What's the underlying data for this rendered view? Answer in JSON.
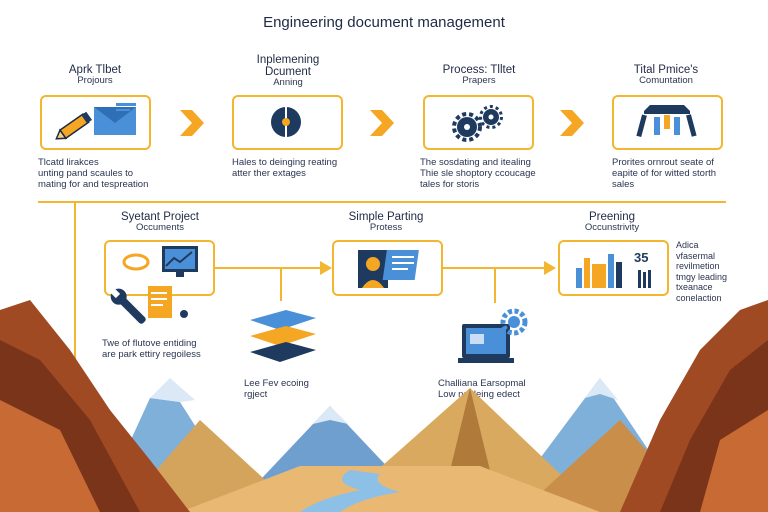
{
  "title": "Engineering document management",
  "top_row": [
    {
      "title": "Aprk Tlbet",
      "subtitle": "Projours",
      "desc_lines": [
        "Tlcatd lirakces",
        "unting pand scaules to",
        "mating for and tespreation"
      ]
    },
    {
      "title": "Inplemening",
      "title2": "Dcument",
      "subtitle": "Anning",
      "desc_lines": [
        "Hales to deinging reating",
        "atter ther extages"
      ]
    },
    {
      "title": "Process: Tlltet",
      "subtitle": "Prapers",
      "desc_lines": [
        "The sosdating and itealing",
        "Thie sle shoptory ccoucage",
        "tales for storis"
      ]
    },
    {
      "title": "Tital Pmice's",
      "subtitle": "Comuntation",
      "desc_lines": [
        "Prorites ornrout seate of",
        "eapite of for witted storth",
        "sales"
      ]
    }
  ],
  "mid_row": [
    {
      "title": "Syetant Project",
      "subtitle": "Occuments"
    },
    {
      "title": "Simple Parting",
      "subtitle": "Protess"
    },
    {
      "title": "Preening",
      "subtitle": "Occunstrivity"
    }
  ],
  "mid_number": "35",
  "bottom_notes": [
    [
      "Twe of flutove entiding",
      "are park ettiry regoiless"
    ],
    [
      "Lee Fev ecoing",
      "rgject"
    ],
    [
      "Challiana Earsopmal",
      "Low nogleing edect"
    ]
  ],
  "side_note": [
    "Adica",
    "vfasermal",
    "revilmetion",
    "tmgy leading",
    "txeanace",
    "conelaction"
  ],
  "colors": {
    "accent": "#f2b630",
    "navy": "#1f3a5f",
    "blue": "#4a90d9",
    "orange": "#f5a623"
  }
}
